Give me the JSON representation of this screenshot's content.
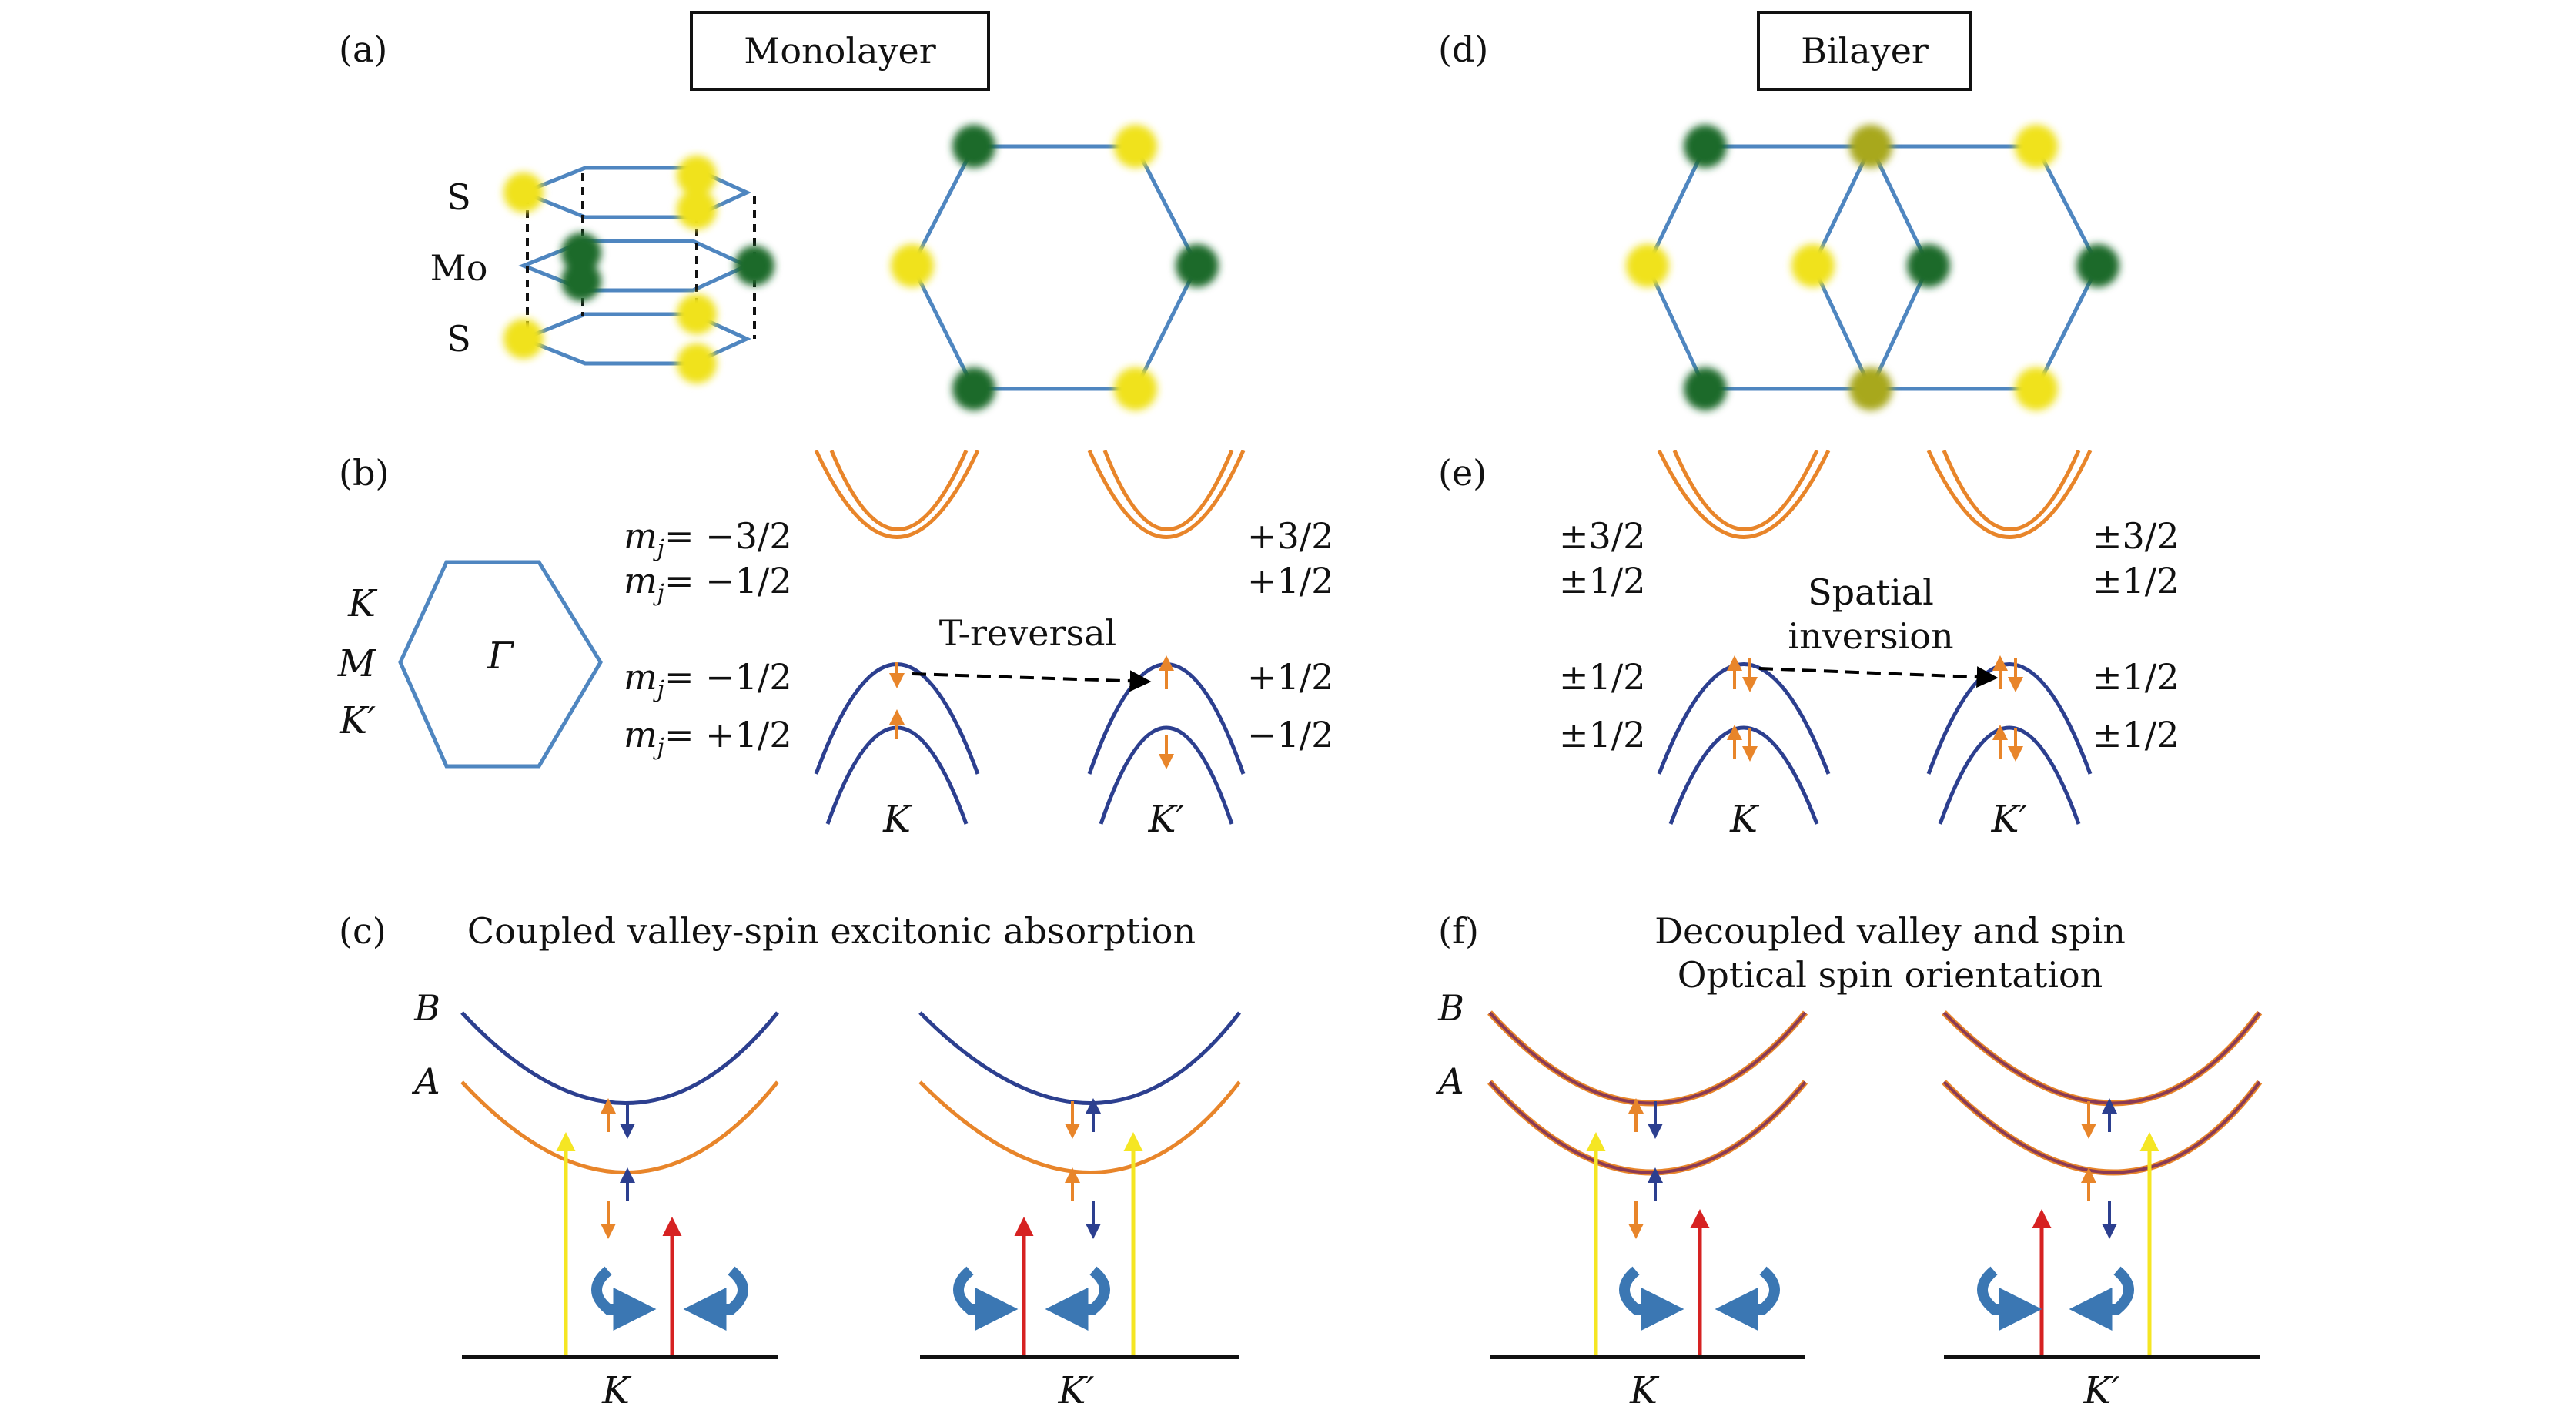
{
  "panels": {
    "a": {
      "label": "(a)",
      "title": "Monolayer",
      "atom_labels": [
        "S",
        "Mo",
        "S"
      ]
    },
    "b": {
      "label": "(b)",
      "bz_points": [
        "K",
        "M",
        "K′"
      ],
      "bz_center": "Γ",
      "left_mj": [
        "m",
        "m",
        "m",
        "m"
      ],
      "left_mj_sub": [
        "j",
        "j",
        "j",
        "j"
      ],
      "left_vals": [
        "= −3/2",
        "= −1/2",
        "= −1/2",
        "= +1/2"
      ],
      "right_vals": [
        "+3/2",
        "+1/2",
        "+1/2",
        "−1/2"
      ],
      "arrow_text": "T-reversal",
      "valleys": [
        "K",
        "K′"
      ]
    },
    "c": {
      "label": "(c)",
      "title": "Coupled valley-spin excitonic absorption",
      "band_labels": [
        "B",
        "A"
      ],
      "valleys": [
        "K",
        "K′"
      ]
    },
    "d": {
      "label": "(d)",
      "title": "Bilayer"
    },
    "e": {
      "label": "(e)",
      "left_vals": [
        "±3/2",
        "±1/2",
        "±1/2",
        "±1/2"
      ],
      "right_vals": [
        "±3/2",
        "±1/2",
        "±1/2",
        "±1/2"
      ],
      "arrow_text": [
        "Spatial",
        "inversion"
      ],
      "valleys": [
        "K",
        "K′"
      ]
    },
    "f": {
      "label": "(f)",
      "title": [
        "Decoupled valley and spin",
        "Optical spin orientation"
      ],
      "band_labels": [
        "B",
        "A"
      ],
      "valleys": [
        "K",
        "K′"
      ]
    }
  },
  "colors": {
    "s_atom": "#f0e21c",
    "mo_atom": "#1f6b2a",
    "mixed_atom": "#a8a81e",
    "lattice": "#4f86c0",
    "conduction": "#e8852a",
    "valence": "#2c3f8f",
    "yellow_arrow": "#f5e623",
    "red_arrow": "#d62222",
    "circular": "#3b77b3",
    "bilayer_band": "#8a3a55"
  }
}
